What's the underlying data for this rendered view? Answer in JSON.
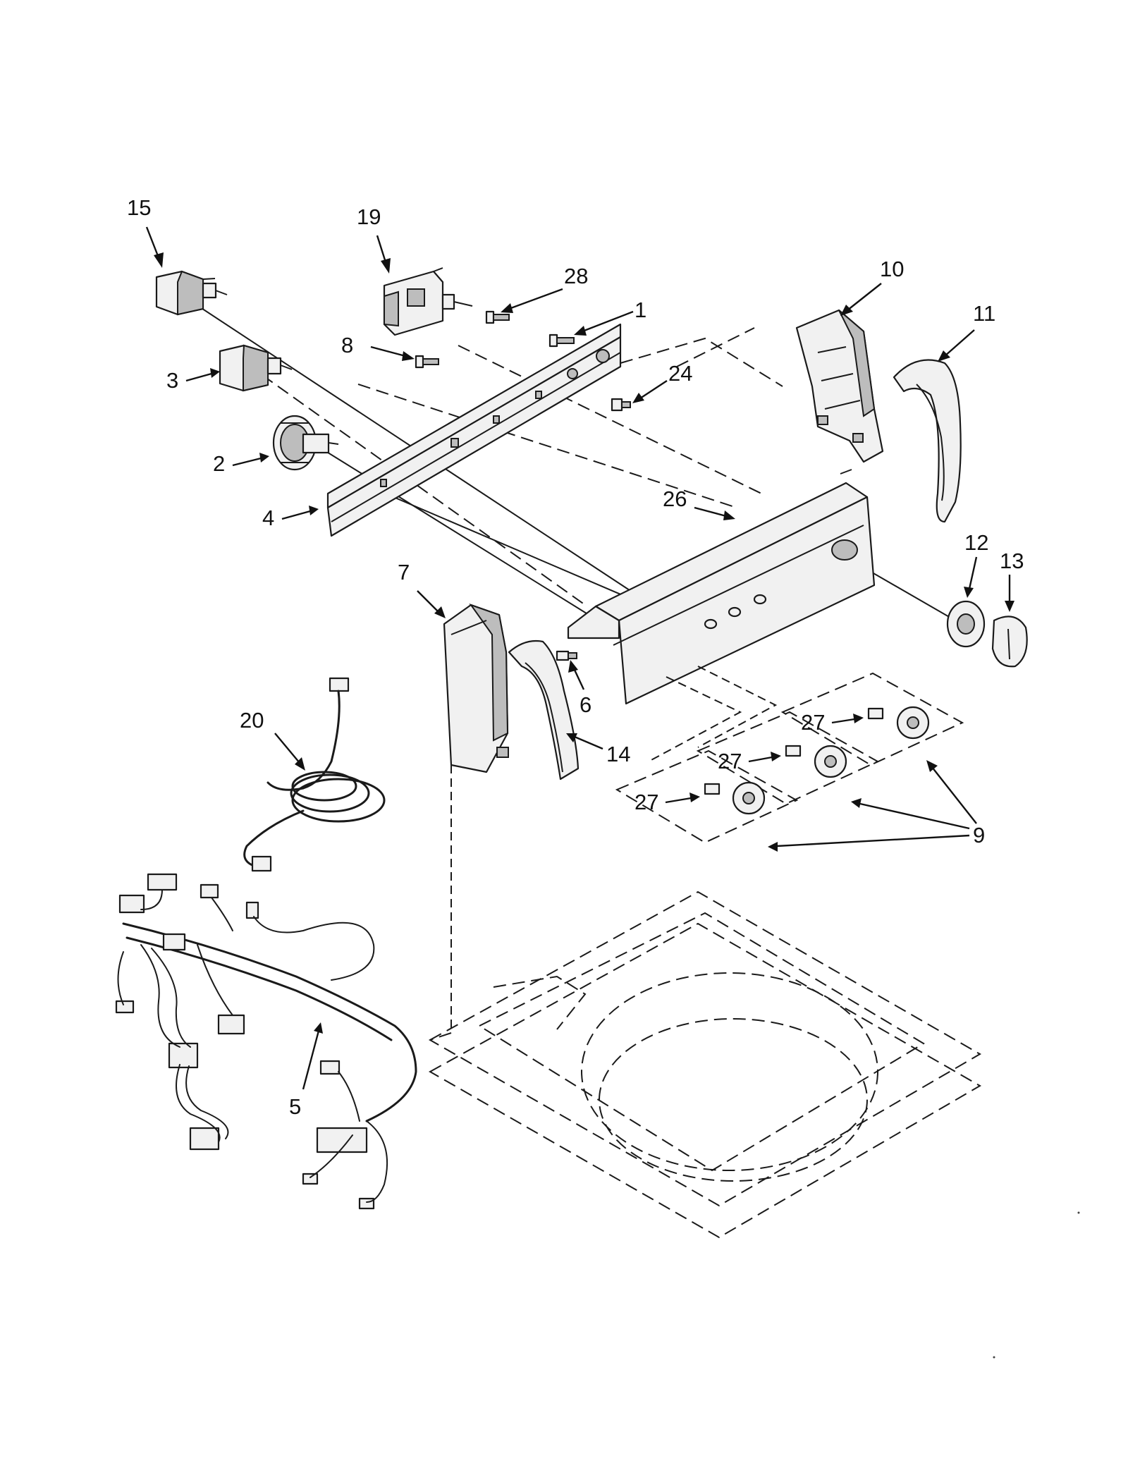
{
  "diagram": {
    "type": "exploded-parts-view",
    "callouts": [
      {
        "id": "15",
        "label": "15",
        "part": "switch-left"
      },
      {
        "id": "19",
        "label": "19",
        "part": "timer"
      },
      {
        "id": "28",
        "label": "28",
        "part": "screw"
      },
      {
        "id": "1",
        "label": "1",
        "part": "screw"
      },
      {
        "id": "10",
        "label": "10",
        "part": "end-cap-right"
      },
      {
        "id": "11",
        "label": "11",
        "part": "end-trim-right"
      },
      {
        "id": "8",
        "label": "8",
        "part": "screw"
      },
      {
        "id": "3",
        "label": "3",
        "part": "switch"
      },
      {
        "id": "24",
        "label": "24",
        "part": "screw"
      },
      {
        "id": "2",
        "label": "2",
        "part": "selector-switch"
      },
      {
        "id": "4",
        "label": "4",
        "part": "mounting-bracket"
      },
      {
        "id": "26",
        "label": "26",
        "part": "console-panel"
      },
      {
        "id": "12",
        "label": "12",
        "part": "knob-skirt"
      },
      {
        "id": "13",
        "label": "13",
        "part": "knob"
      },
      {
        "id": "7",
        "label": "7",
        "part": "end-cap-left"
      },
      {
        "id": "6",
        "label": "6",
        "part": "screw"
      },
      {
        "id": "14",
        "label": "14",
        "part": "end-trim-left"
      },
      {
        "id": "20",
        "label": "20",
        "part": "power-cord"
      },
      {
        "id": "27a",
        "label": "27",
        "part": "knob-clip"
      },
      {
        "id": "27b",
        "label": "27",
        "part": "knob-clip"
      },
      {
        "id": "27c",
        "label": "27",
        "part": "knob-clip"
      },
      {
        "id": "9",
        "label": "9",
        "part": "knob"
      },
      {
        "id": "5",
        "label": "5",
        "part": "wire-harness"
      }
    ]
  },
  "colors": {
    "ink": "#111111",
    "part_fill": "#f1f1f1",
    "part_shade": "#bdbdbd",
    "background": "#ffffff"
  }
}
